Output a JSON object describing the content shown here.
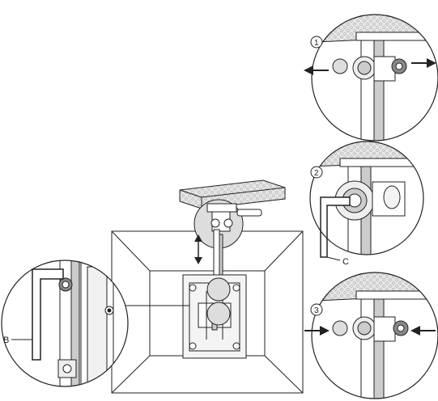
{
  "steps": [
    {
      "number": "1",
      "direction": "outward"
    },
    {
      "number": "2",
      "direction": "none"
    },
    {
      "number": "3",
      "direction": "inward"
    }
  ],
  "callouts": {
    "b": "B",
    "c": "C"
  },
  "icons": {
    "arrow": "arrow-icon",
    "double_arrow": "double-headed-arrow-icon",
    "hex_key": "hex-key-icon"
  },
  "colors": {
    "line": "#222222",
    "fill_light": "#eeeeee",
    "fill_mid": "#cccccc",
    "fill_dark": "#888888"
  }
}
